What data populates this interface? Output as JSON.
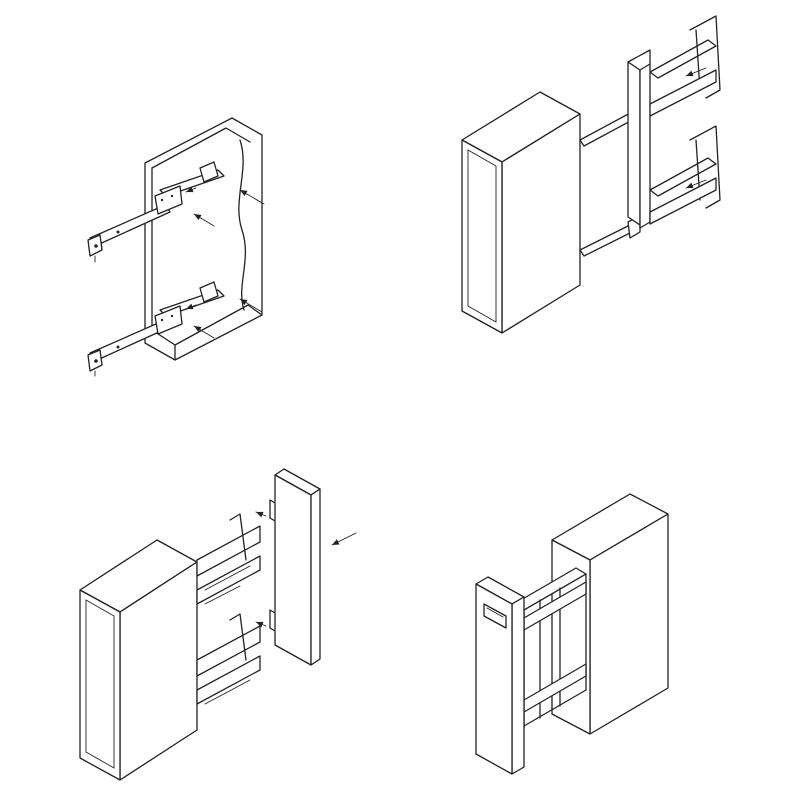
{
  "diagram": {
    "steps": [
      {
        "name": "mount-runners-in-cabinet"
      },
      {
        "name": "attach-rack-frame-to-runners"
      },
      {
        "name": "fit-front-panel-with-brackets"
      },
      {
        "name": "finished-pull-out-unit"
      }
    ]
  }
}
